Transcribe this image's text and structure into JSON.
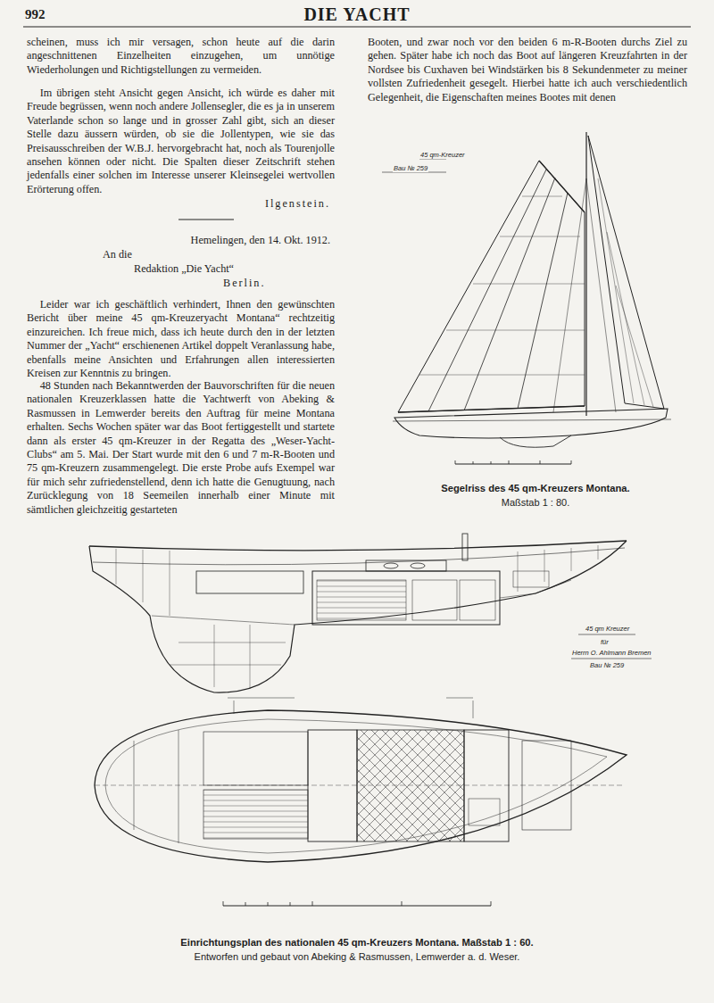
{
  "diagram": {
    "title": "DIE YACHT",
    "caption": "Einrichtungsplan des nationalen 45 qm-Kreuzers Montana. Maßstab 1 : 60.",
    "labels": [
      "992",
      "scheinen, muss ich mir versagen, schon heute auf die darin angeschnittenen Einzelheiten einzugehen, um unnötige Wiederholungen und Richtigstellungen zu vermeiden.",
      "Im übrigen steht Ansicht gegen Ansicht, ich würde es daher mit Freude begrüssen, wenn noch andere Jollensegler, die es ja in unserem Vaterlande schon so lange und in grosser Zahl gibt, sich an dieser Stelle dazu äussern würden, ob sie die Jollentypen, wie sie das Preisausschreiben der W.B.J. hervorgebracht hat, noch als Tourenjolle ansehen können oder nicht. Die Spalten dieser Zeitschrift stehen jedenfalls einer solchen im Interesse unserer Kleinsegelei wertvollen Erörterung offen.",
      "Ilgenstein.",
      "Hemelingen, den 14. Okt. 1912.",
      "An die",
      "Redaktion „Die Yacht“",
      "Berlin.",
      "Leider war ich geschäftlich verhindert, Ihnen den gewünschten Bericht über meine 45 qm-Kreuzeryacht Montana“ rechtzeitig einzureichen. Ich freue mich, dass ich heute durch den in der letzten Nummer der „Yacht“ erschienenen Artikel doppelt Veranlassung habe, ebenfalls meine Ansichten und Erfahrungen allen interessierten Kreisen zur Kenntnis zu bringen.",
      "48 Stunden nach Bekanntwerden der Bauvorschriften für die neuen nationalen Kreuzerklassen hatte die Yachtwerft von Abeking & Rasmussen in Lemwerder bereits den Auftrag für meine Montana erhalten. Sechs Wochen später war das Boot fertiggestellt und startete dann als erster 45 qm-Kreuzer in der Regatta des „Weser-Yacht-Clubs“ am 5. Mai. Der Start wurde mit den 6 und 7 m-R-Booten und 75 qm-Kreuzern zusammengelegt. Die erste Probe aufs Exempel war für mich sehr zufriedenstellend, denn ich hatte die Genugtuung, nach Zurücklegung von 18 Seemeilen innerhalb einer Minute mit sämtlichen gleichzeitig gestarteten",
      "Booten, und zwar noch vor den beiden 6 m-R-Booten durchs Ziel zu gehen. Später habe ich noch das Boot auf längeren Kreuzfahrten in der Nordsee bis Cuxhaven bei Windstärken bis 8 Sekundenmeter zu meiner vollsten Zufriedenheit gesegelt. Hierbei hatte ich auch verschiedentlich Gelegenheit, die Eigenschaften meines Bootes mit denen",
      "45 qm-Kreuzer",
      "Bau № 259",
      "Segelriss des 45 qm-Kreuzers Montana.",
      "Maßstab 1 : 80.",
      "45 qm Kreuzer",
      "für",
      "Herrn O. Ahlmann Bremen",
      "Bau № 259",
      "Entworfen und gebaut von Abeking & Rasmussen, Lemwerder a. d. Weser."
    ]
  }
}
